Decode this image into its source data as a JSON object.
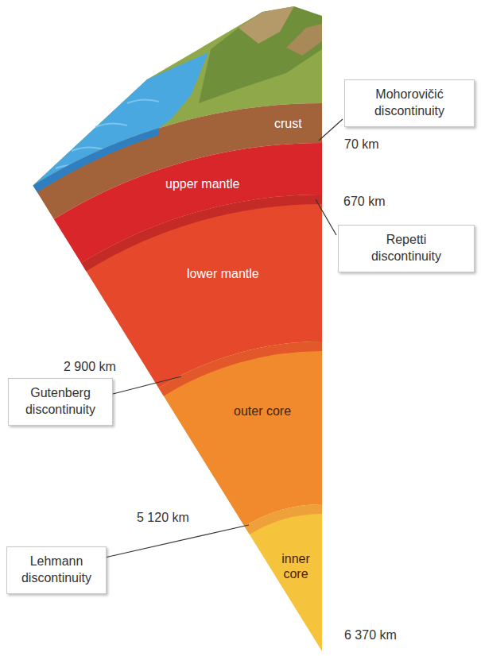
{
  "diagram": {
    "nodes": [
      {
        "text": [
          "Mohorovičić discontinuity"
        ]
      },
      {
        "text": [
          "Repetti discontinuity"
        ]
      },
      {
        "text": [
          "Gutenberg discontinuity"
        ]
      },
      {
        "text": [
          "Lehmann discontinuity"
        ]
      }
    ],
    "labels": [
      "crust",
      "70 km",
      "upper mantle",
      "670 km",
      "lower mantle",
      "2 900 km",
      "outer core",
      "5 120 km",
      "inner core",
      "6 370 km"
    ]
  }
}
